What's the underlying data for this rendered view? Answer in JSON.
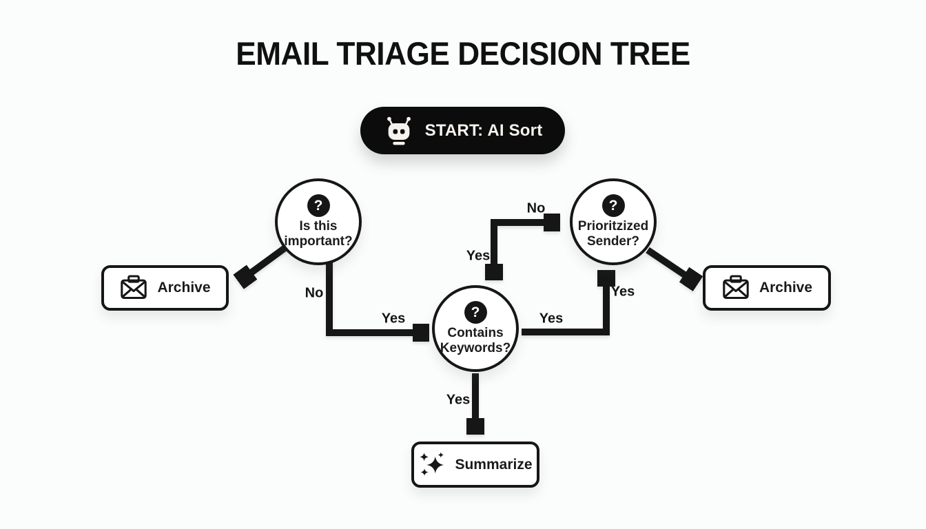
{
  "title": "EMAIL TRIAGE DECISION TREE",
  "palette": {
    "ink": "#161616",
    "bg": "#fbfcfc",
    "node_fill": "#ffffff",
    "start_fill": "#0c0c0c",
    "start_text": "#f6f3ee"
  },
  "start_node": {
    "label": "START: AI Sort",
    "icon": "robot-icon"
  },
  "decision_nodes": [
    {
      "id": "is-this-important",
      "line1": "Is this",
      "line2": "important?",
      "badge": "?",
      "icon": "question-icon"
    },
    {
      "id": "prioritzized-sender",
      "line1": "Prioritzized",
      "line2": "Sender?",
      "badge": "?",
      "icon": "question-icon"
    },
    {
      "id": "contains-keywords",
      "line1": "Contains",
      "line2": "Keywords?",
      "badge": "?",
      "icon": "question-icon"
    }
  ],
  "action_nodes": [
    {
      "id": "archive-left",
      "label": "Archive",
      "icon": "archive-envelope-icon"
    },
    {
      "id": "archive-right",
      "label": "Archive",
      "icon": "archive-envelope-icon"
    },
    {
      "id": "summarize",
      "label": "Summarize",
      "icon": "sparkles-icon"
    }
  ],
  "edges": [
    {
      "from": "is-this-important",
      "to": "archive-left"
    },
    {
      "from": "is-this-important",
      "to": "contains-keywords",
      "label_no": "No",
      "label_yes": "Yes"
    },
    {
      "from": "start-branch",
      "to": "prioritzized-sender",
      "label": "No"
    },
    {
      "from": "start-branch",
      "to": "contains-keywords",
      "label": "Yes"
    },
    {
      "from": "contains-keywords",
      "to": "prioritzized-sender",
      "label_horizontal": "Yes",
      "label_vertical": "Yes"
    },
    {
      "from": "contains-keywords",
      "to": "summarize",
      "label": "Yes"
    },
    {
      "from": "prioritzized-sender",
      "to": "archive-right"
    }
  ]
}
